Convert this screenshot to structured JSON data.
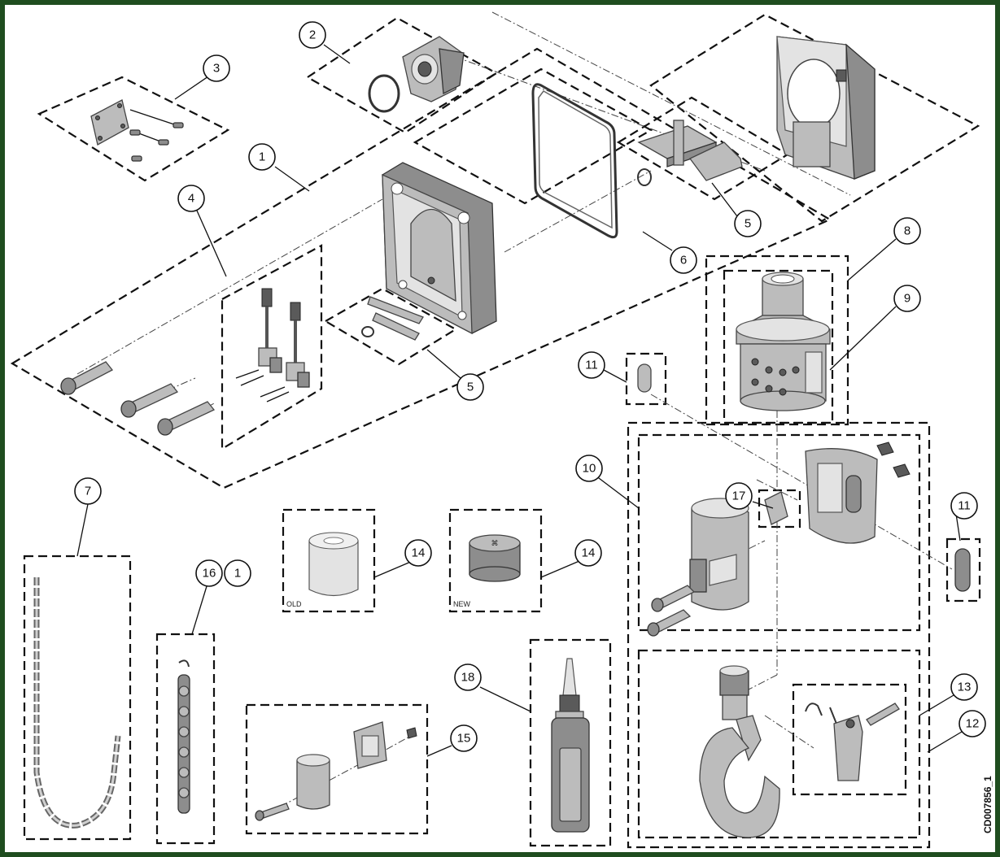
{
  "diagram": {
    "callouts": [
      "1",
      "2",
      "3",
      "4",
      "5",
      "5",
      "6",
      "7",
      "8",
      "9",
      "10",
      "11",
      "11",
      "12",
      "13",
      "14",
      "14",
      "15",
      "16",
      "1",
      "17",
      "18"
    ],
    "captions": {
      "old": "OLD",
      "new": "NEW"
    },
    "document_id": "CD007856_1"
  },
  "colors": {
    "frame": "#1f4d1f",
    "line": "#111111",
    "part_fill": "#bcbcbc"
  }
}
